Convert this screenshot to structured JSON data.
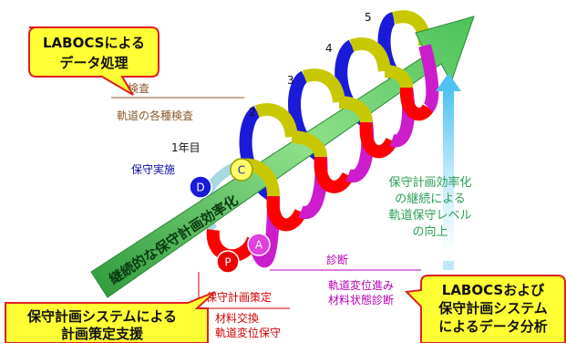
{
  "callouts": {
    "top_left": [
      "LABOCSによる",
      "データ処理"
    ],
    "bottom_left": [
      "保守計画システムによる",
      "計画策定支援"
    ],
    "bottom_right": [
      "LABOCSおよび",
      "保守計画システム",
      "によるデータ分析"
    ]
  },
  "arrow_label": "継続的な保守計画効率化",
  "turn_labels": [
    "1年目",
    "2",
    "3",
    "4",
    "5"
  ],
  "cycle_letters": {
    "p": "P",
    "d": "D",
    "c": "C",
    "a": "A"
  },
  "phases": {
    "check": {
      "title": "検査",
      "detail": "軌道の各種検査"
    },
    "do": {
      "title": "保守実施"
    },
    "plan": {
      "title": "保守計画策定",
      "details": [
        "材料交換",
        "軌道変位保守"
      ]
    },
    "act": {
      "title": "診断",
      "details": [
        "軌道変位進み",
        "材料状態診断"
      ]
    }
  },
  "right_text": [
    "保守計画効率化",
    "の継続による",
    "軌道保守レベル",
    "の向上"
  ],
  "colors": {
    "plan": "#ff0000",
    "do": "#1a1ad8",
    "check": "#c8c800",
    "act": "#cc1ccc",
    "check_text": "#8b5a2b",
    "do_text": "#0a0aa0",
    "plan_text": "#d40000",
    "act_text": "#b800b8",
    "right_text": "#2aa055",
    "callout_fill": "#ffff33",
    "callout_stroke": "#e02020"
  }
}
